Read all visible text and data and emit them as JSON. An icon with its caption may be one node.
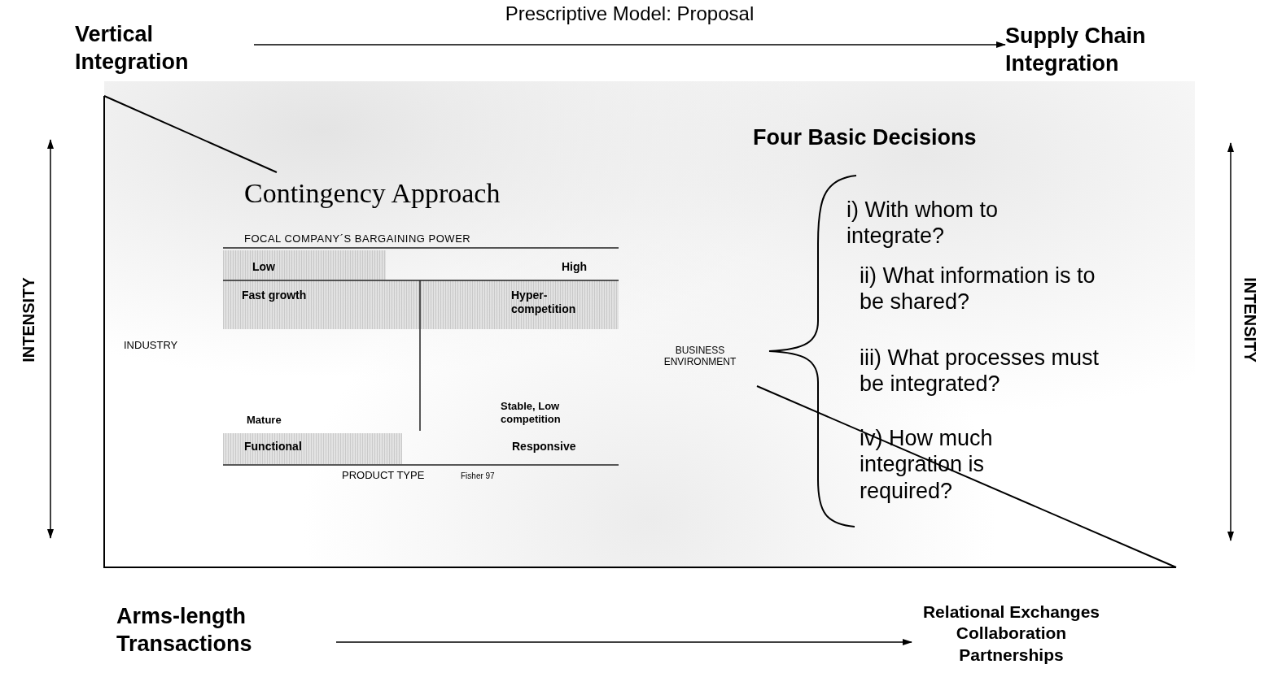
{
  "diagram": {
    "nodes": [
      {
        "text": [
          "Vertical Integration"
        ]
      },
      {
        "text": [
          "Supply Chain Integration"
        ]
      },
      {
        "text": [
          "Arms-length Transactions"
        ]
      },
      {
        "text": [
          "Relational Exchanges Collaboration Partnerships"
        ]
      }
    ],
    "edges": [
      {
        "from": 0,
        "to": 1,
        "arrow": "to",
        "label": "Prescriptive Model: Proposal"
      },
      {
        "from": 2,
        "to": 3,
        "arrow": "to"
      }
    ],
    "labels": [
      "INTENSITY",
      "Contingency Approach",
      "FOCAL COMPANY´S BARGAINING POWER",
      "Low",
      "High",
      "Fast growth",
      "Hyper-competition",
      "INDUSTRY",
      "Mature",
      "Stable, Low competition",
      "Functional",
      "Responsive",
      "PRODUCT TYPE",
      "Fisher 97",
      "BUSINESS ENVIRONMENT",
      "Four Basic Decisions",
      "i) With whom to integrate?",
      "ii) What information is to be shared?",
      "iii) What processes must be integrated?",
      "iv) How much integration is required?",
      "INTENSITY"
    ]
  }
}
